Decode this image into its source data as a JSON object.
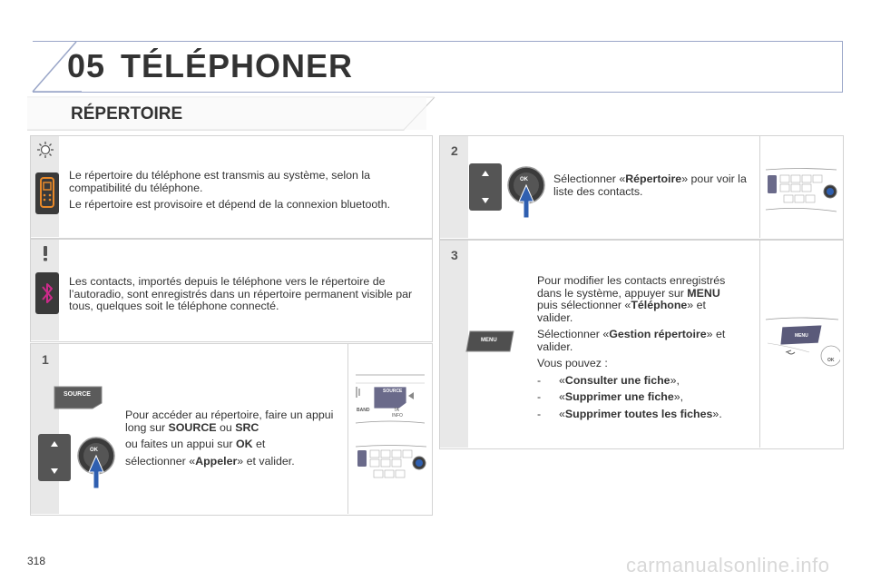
{
  "header": {
    "chapter_number": "05",
    "chapter_title": "TÉLÉPHONER"
  },
  "section": {
    "title": "RÉPERTOIRE"
  },
  "panel_info": {
    "icon": "bulb-icon",
    "para1": "Le répertoire du téléphone est transmis au système, selon la compatibilité du téléphone.",
    "para2": "Le répertoire est provisoire et dépend de la connexion bluetooth."
  },
  "panel_warning": {
    "icon": "exclamation-icon",
    "para1": "Les contacts, importés depuis le téléphone vers le répertoire de l’autoradio, sont enregistrés dans un répertoire permanent visible par tous, quelques soit le téléphone connecté."
  },
  "step1": {
    "number": "1",
    "source_button_label": "SOURCE",
    "ok_label": "OK",
    "line1_pre": "Pour accéder au répertoire, faire un appui long sur ",
    "line1_b1": "SOURCE",
    "line1_mid": " ou ",
    "line1_b2": "SRC",
    "line2_pre": "ou faites un appui sur ",
    "line2_b": "OK",
    "line2_post": " et",
    "line3_pre": "sélectionner «",
    "line3_b": "Appeler",
    "line3_post": "» et valider.",
    "illus_source": "SOURCE",
    "illus_band": "BAND",
    "illus_ta": "TA",
    "illus_info": "INFO"
  },
  "step2": {
    "number": "2",
    "ok_label": "OK",
    "line_pre": "Sélectionner «",
    "line_b": "Répertoire",
    "line_post": "» pour voir la liste des contacts."
  },
  "step3": {
    "number": "3",
    "menu_label": "MENU",
    "illus_menu": "MENU",
    "illus_ok": "OK",
    "p1_pre": "Pour modifier les contacts enregistrés dans le système, appuyer sur ",
    "p1_b1": "MENU",
    "p1_mid": " puis sélectionner «",
    "p1_b2": "Téléphone",
    "p1_post": "» et valider.",
    "p2_pre": "Sélectionner «",
    "p2_b": "Gestion répertoire",
    "p2_post": "» et valider.",
    "p3": "Vous pouvez :",
    "items": [
      {
        "dash": "-",
        "pre": "«",
        "b": "Consulter une fiche",
        "post": "»,"
      },
      {
        "dash": "-",
        "pre": "«",
        "b": "Supprimer une fiche",
        "post": "»,"
      },
      {
        "dash": "-",
        "pre": "«",
        "b": "Supprimer toutes les fiches",
        "post": "»."
      }
    ]
  },
  "footer": {
    "page_number": "318",
    "watermark": "carmanualsonline.info"
  },
  "colors": {
    "accent": "#4a6fb5",
    "bar_grey": "#e8e8e8",
    "border": "#d3d3d3",
    "phone_orange": "#e8892a",
    "bluetooth": "#cc2a8a"
  }
}
